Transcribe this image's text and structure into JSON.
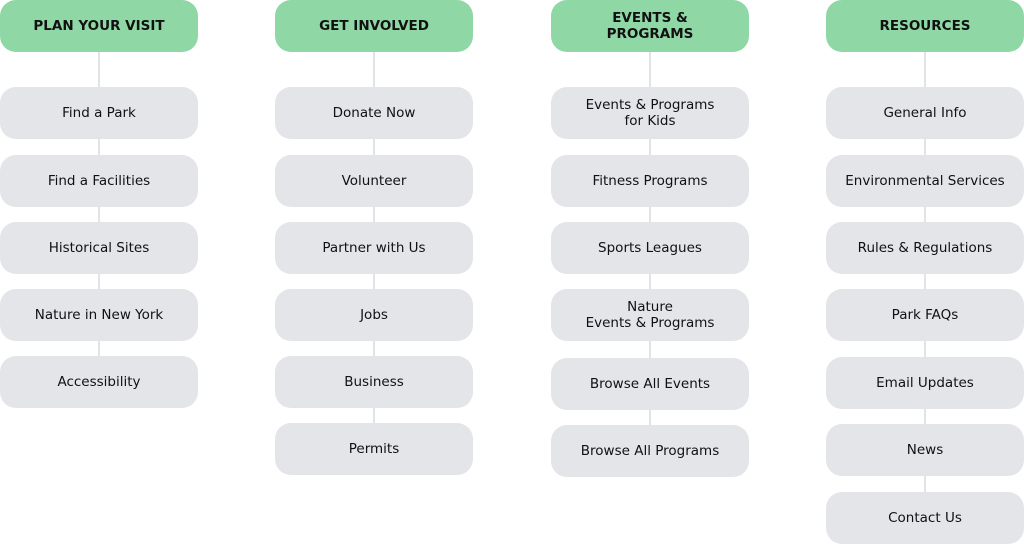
{
  "columns": [
    {
      "title": "PLAN YOUR VISIT",
      "items": [
        "Find a Park",
        "Find a Facilities",
        "Historical Sites",
        "Nature in New York",
        "Accessibility"
      ]
    },
    {
      "title": "GET INVOLVED",
      "items": [
        "Donate Now",
        "Volunteer",
        "Partner with Us",
        "Jobs",
        "Business",
        "Permits"
      ]
    },
    {
      "title": "EVENTS &\nPROGRAMS",
      "items": [
        "Events & Programs\nfor Kids",
        "Fitness Programs",
        "Sports Leagues",
        "Nature\nEvents & Programs",
        "Browse All Events",
        "Browse All Programs"
      ]
    },
    {
      "title": "RESOURCES",
      "items": [
        "General Info",
        "Environmental Services",
        "Rules & Regulations",
        "Park FAQs",
        "Email Updates",
        "News",
        "Contact Us"
      ]
    }
  ],
  "colors": {
    "header_bg": "#8fd8a6",
    "item_bg": "#e3e5e9",
    "connector": "#e1e3e7",
    "text": "#111111"
  }
}
